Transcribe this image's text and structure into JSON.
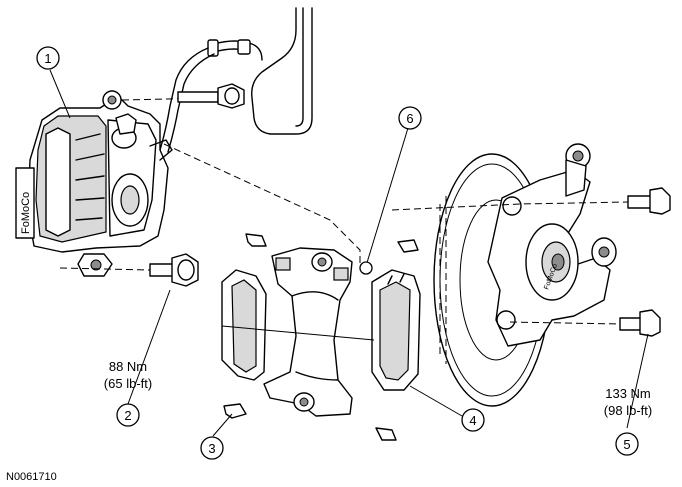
{
  "callouts": [
    {
      "id": "1",
      "label": "1"
    },
    {
      "id": "2",
      "label": "2"
    },
    {
      "id": "3",
      "label": "3"
    },
    {
      "id": "4",
      "label": "4"
    },
    {
      "id": "5",
      "label": "5"
    },
    {
      "id": "6",
      "label": "6"
    }
  ],
  "torque_specs": [
    {
      "callout": "2",
      "metric": "88 Nm",
      "imperial": "(65 lb-ft)"
    },
    {
      "callout": "5",
      "metric": "133 Nm",
      "imperial": "(98 lb-ft)"
    }
  ],
  "figure_id": "N0061710",
  "caliper_marking": "FoMoCo"
}
